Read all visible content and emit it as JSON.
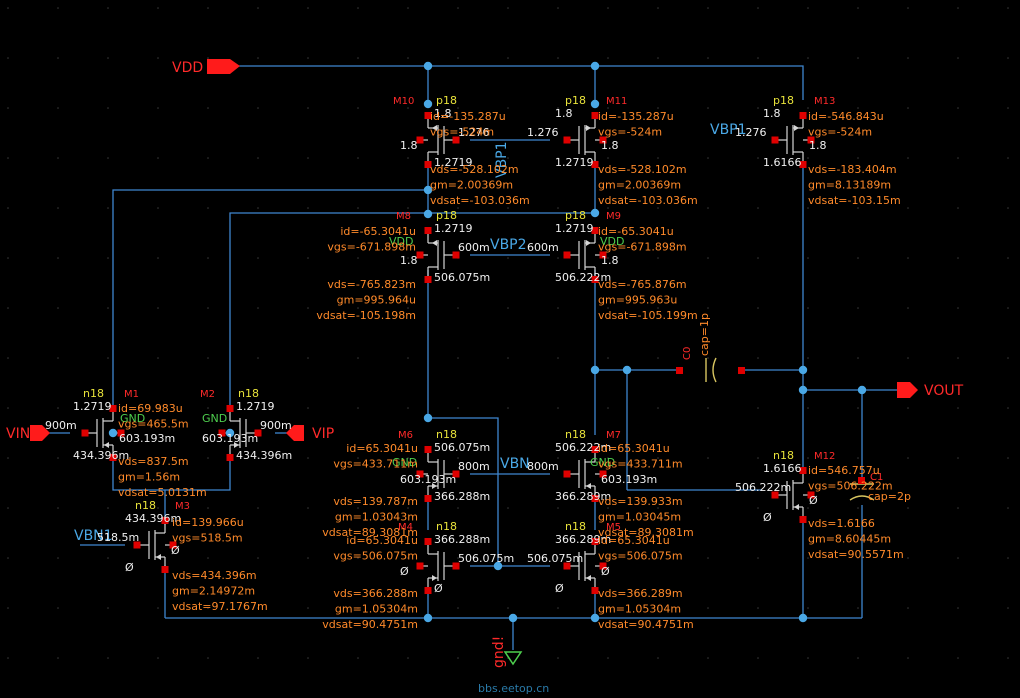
{
  "pins": {
    "vdd": "VDD",
    "vin": "VIN",
    "vip": "VIP",
    "vout": "VOUT",
    "vbp1_left": "VBP1",
    "vbp1_right": "VBP1",
    "vbp2": "VBP2",
    "vbn": "VBN",
    "vbn1": "VBN1",
    "gnd": "gnd!"
  },
  "watermark": "bbs.eetop.cn",
  "devices": {
    "M10": {
      "name": "M10",
      "model": "p18",
      "p1": "1.8",
      "p2": "1.276",
      "p3": "1.8",
      "p4": "1.2719",
      "op": [
        "id=-135.287u",
        "vgs=-524m",
        "vds=-528.102m",
        "gm=2.00369m",
        "vdsat=-103.036m"
      ]
    },
    "M11": {
      "name": "M11",
      "model": "p18",
      "p1": "1.8",
      "p2": "1.276",
      "p3": "1.8",
      "p4": "1.2719",
      "op": [
        "id=-135.287u",
        "vgs=-524m",
        "vds=-528.102m",
        "gm=2.00369m",
        "vdsat=-103.036m"
      ]
    },
    "M13": {
      "name": "M13",
      "model": "p18",
      "p1": "1.8",
      "p2": "1.276",
      "p3": "1.8",
      "p4": "1.6166",
      "op": [
        "id=-546.843u",
        "vgs=-524m",
        "vds=-183.404m",
        "gm=8.13189m",
        "vdsat=-103.15m"
      ]
    },
    "M8": {
      "name": "M8",
      "model": "p18",
      "p1": "1.2719",
      "p2": "600m",
      "p3": "1.8",
      "p4": "506.075m",
      "op": [
        "id=-65.3041u",
        "vgs=-671.898m",
        "vds=-765.823m",
        "gm=995.964u",
        "vdsat=-105.198m"
      ]
    },
    "M9": {
      "name": "M9",
      "model": "p18",
      "p1": "1.2719",
      "p2": "600m",
      "p3": "1.8",
      "p4": "506.222m",
      "op": [
        "id=-65.3041u",
        "vgs=-671.898m",
        "vds=-765.876m",
        "gm=995.963u",
        "vdsat=-105.199m"
      ]
    },
    "M1": {
      "name": "M1",
      "model": "n18",
      "p1": "1.2719",
      "p2": "900m",
      "p3": "603.193m",
      "p4": "434.396m",
      "op": [
        "id=69.983u",
        "vgs=465.5m",
        "vds=837.5m",
        "gm=1.56m",
        "vdsat=5.0131m"
      ]
    },
    "M2": {
      "name": "M2",
      "model": "n18",
      "p1": "1.2719",
      "p2": "900m",
      "p3": "603.193m",
      "p4": "434.396m",
      "op": [
        "id=69.983u",
        "vgs=465.5m",
        "vds=837.5m",
        "gm=1.56m",
        "vdsat=5.0131m"
      ]
    },
    "M3": {
      "name": "M3",
      "model": "n18",
      "p1": "434.396m",
      "p2": "518.5m",
      "p3": "Ø",
      "p4": "Ø",
      "op": [
        "id=139.966u",
        "vgs=518.5m",
        "vds=434.396m",
        "gm=2.14972m",
        "vdsat=97.1767m"
      ]
    },
    "M6": {
      "name": "M6",
      "model": "n18",
      "p1": "506.075m",
      "p2": "800m",
      "p3": "603.193m",
      "p4": "366.288m",
      "op": [
        "id=65.3041u",
        "vgs=433.711m",
        "vds=139.787m",
        "gm=1.03043m",
        "vdsat=89.3081m"
      ]
    },
    "M7": {
      "name": "M7",
      "model": "n18",
      "p1": "506.222m",
      "p2": "800m",
      "p3": "603.193m",
      "p4": "366.289m",
      "op": [
        "id=65.3041u",
        "vgs=433.711m",
        "vds=139.933m",
        "gm=1.03045m",
        "vdsat=89.3081m"
      ]
    },
    "M4": {
      "name": "M4",
      "model": "n18",
      "p1": "366.288m",
      "p2": "506.075m",
      "p3": "Ø",
      "p4": "Ø",
      "op": [
        "id=65.3041u",
        "vgs=506.075m",
        "vds=366.288m",
        "gm=1.05304m",
        "vdsat=90.4751m"
      ]
    },
    "M5": {
      "name": "M5",
      "model": "n18",
      "p1": "366.289m",
      "p2": "506.075m",
      "p3": "Ø",
      "p4": "Ø",
      "op": [
        "id=65.3041u",
        "vgs=506.075m",
        "vds=366.289m",
        "gm=1.05304m",
        "vdsat=90.4751m"
      ]
    },
    "M12": {
      "name": "M12",
      "model": "n18",
      "p1": "1.6166",
      "p2": "506.222m",
      "p3": "Ø",
      "p4": "Ø",
      "op": [
        "id=546.757u",
        "vgs=506.222m",
        "vds=1.6166",
        "gm=8.60445m",
        "vdsat=90.5571m"
      ]
    }
  },
  "caps": {
    "C0": {
      "name": "C0",
      "value": "cap=1p"
    },
    "C1": {
      "name": "C1",
      "value": "cap=2p"
    }
  },
  "labels": {
    "gnd_a": "GND",
    "gnd_b": "GND",
    "vdd_a": "VDD",
    "vdd_b": "VDD",
    "gnd_c": "GND",
    "gnd_d": "GND"
  }
}
